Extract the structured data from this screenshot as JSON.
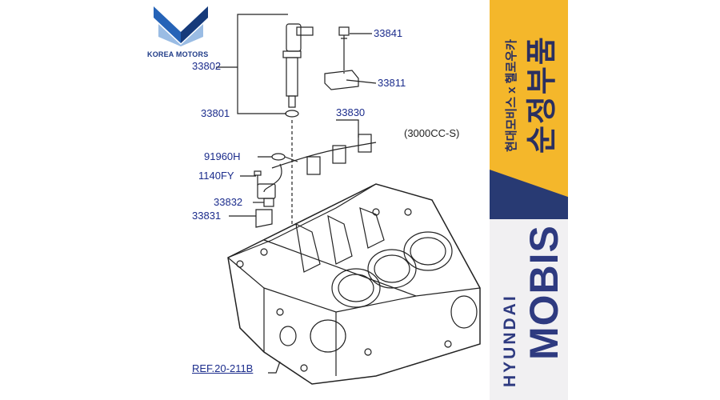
{
  "brand": {
    "logo_name": "KOREA MOTORS",
    "logo_icon": "korea-motors-m-logo",
    "colors": {
      "navy": "#1f3b87",
      "label_blue": "#1b2c8c",
      "banner_yellow": "#f4b72b",
      "banner_band": "#283a73"
    }
  },
  "diagram": {
    "labels": {
      "p33802": "33802",
      "p33841": "33841",
      "p33811": "33811",
      "p33801": "33801",
      "p33830": "33830",
      "p91960h": "91960H",
      "p1140fy": "1140FY",
      "p33832": "33832",
      "p33831": "33831"
    },
    "variant": "(3000CC-S)",
    "reference": "REF.20-211B"
  },
  "banner": {
    "korean_small": "현대모비스 x 헬로우카",
    "korean_big": "순정부품",
    "hyundai": "HYUNDAI",
    "mobis": "MOBIS"
  }
}
